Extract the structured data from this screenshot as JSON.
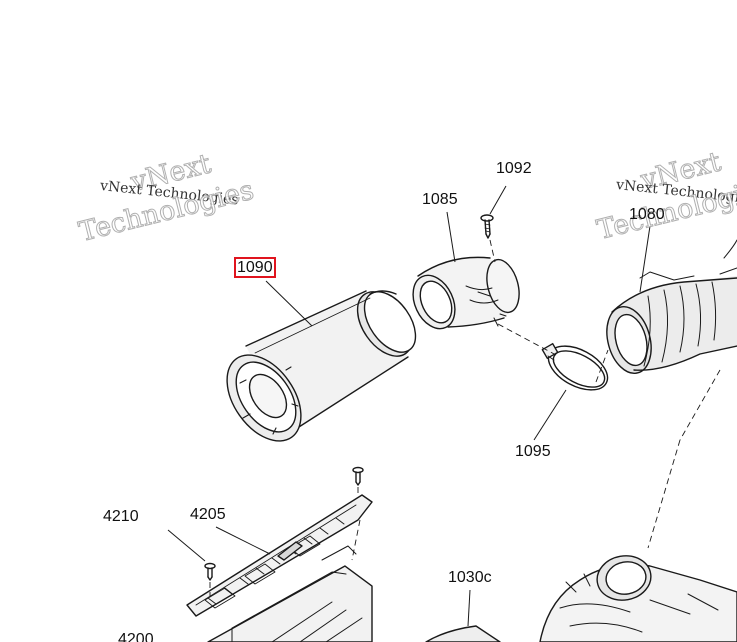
{
  "watermark": {
    "line1": "vNext",
    "line2": "vNext Technologies",
    "line3": "Technologies"
  },
  "callouts": {
    "c1092": "1092",
    "c1085": "1085",
    "c1080": "1080",
    "c1090": "1090",
    "c1095": "1095",
    "c4210": "4210",
    "c4205": "4205",
    "c1030c": "1030c",
    "c4200": "4200"
  },
  "colors": {
    "highlight": "#e0141e",
    "line": "#1a1a1a"
  }
}
